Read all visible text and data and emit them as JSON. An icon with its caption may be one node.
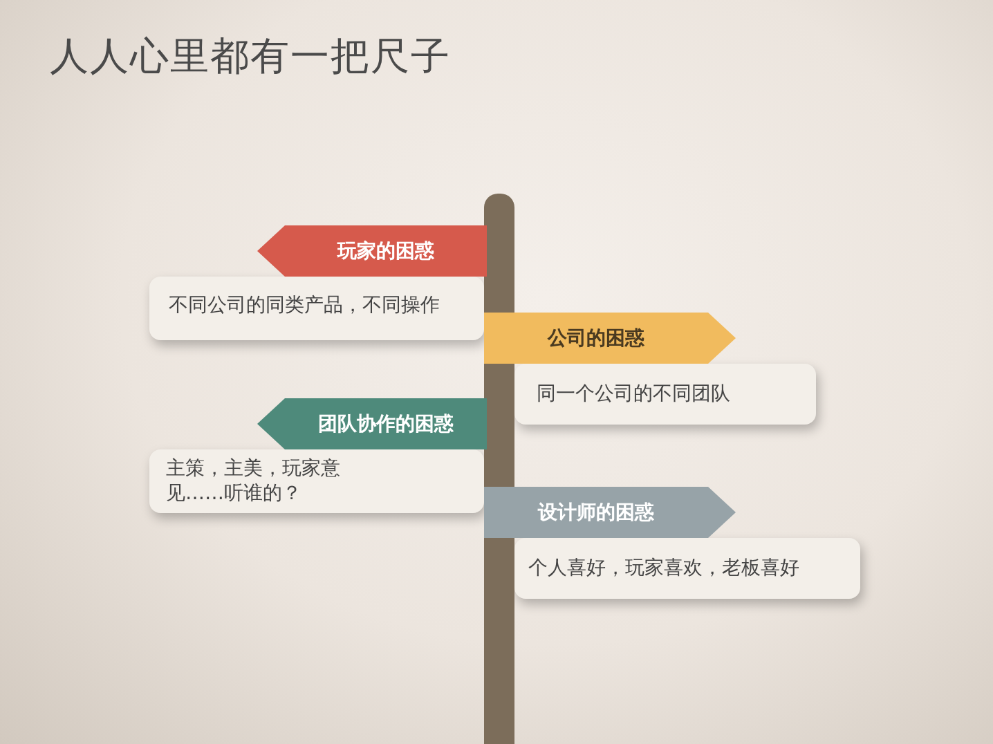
{
  "diagram": {
    "title": "人人心里都有一把尺子",
    "nodes": [
      {
        "text": [
          "玩家的困惑"
        ]
      },
      {
        "text": [
          "不同公司的同类产品，不同操作"
        ]
      },
      {
        "text": [
          "公司的困惑"
        ]
      },
      {
        "text": [
          "同一个公司的不同团队"
        ]
      },
      {
        "text": [
          "团队协作的困惑"
        ]
      },
      {
        "text": [
          "主策，主美，玩家意见……听谁的？"
        ]
      },
      {
        "text": [
          "设计师的困惑"
        ]
      },
      {
        "text": [
          "个人喜好，玩家喜欢，老板喜好"
        ]
      },
      {
        "text": [],
        "shape": "bar"
      }
    ],
    "edges": []
  }
}
